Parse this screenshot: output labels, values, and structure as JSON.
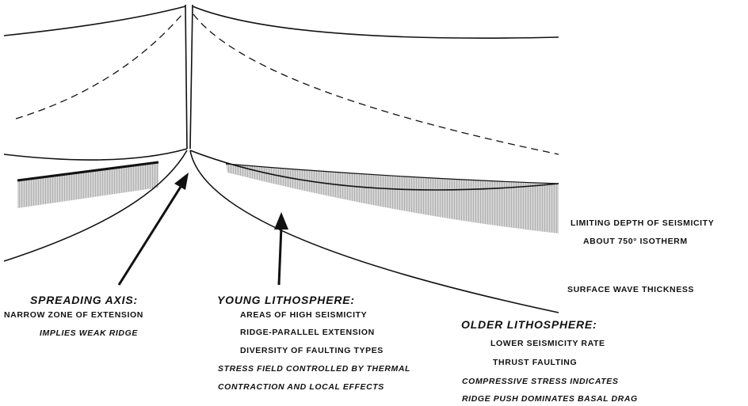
{
  "annotations": {
    "limiting_depth": "LIMITING DEPTH OF SEISMICITY",
    "isotherm": "ABOUT 750° ISOTHERM",
    "surface_wave": "SURFACE WAVE THICKNESS"
  },
  "spreading_axis": {
    "heading": "SPREADING AXIS:",
    "lines": [
      "NARROW ZONE OF EXTENSION",
      "IMPLIES WEAK RIDGE"
    ]
  },
  "young_lithosphere": {
    "heading": "YOUNG LITHOSPHERE:",
    "lines": [
      "AREAS OF HIGH SEISMICITY",
      "RIDGE-PARALLEL EXTENSION",
      "DIVERSITY OF FAULTING TYPES"
    ],
    "notes": [
      "STRESS FIELD CONTROLLED BY THERMAL",
      "CONTRACTION AND LOCAL EFFECTS"
    ]
  },
  "older_lithosphere": {
    "heading": "OLDER LITHOSPHERE:",
    "lines": [
      "LOWER SEISMICITY RATE",
      "THRUST FAULTING"
    ],
    "notes": [
      "COMPRESSIVE STRESS INDICATES",
      "RIDGE PUSH DOMINATES BASAL DRAG"
    ]
  },
  "colors": {
    "ink": "#111111",
    "hatch": "#9a9a9a"
  }
}
